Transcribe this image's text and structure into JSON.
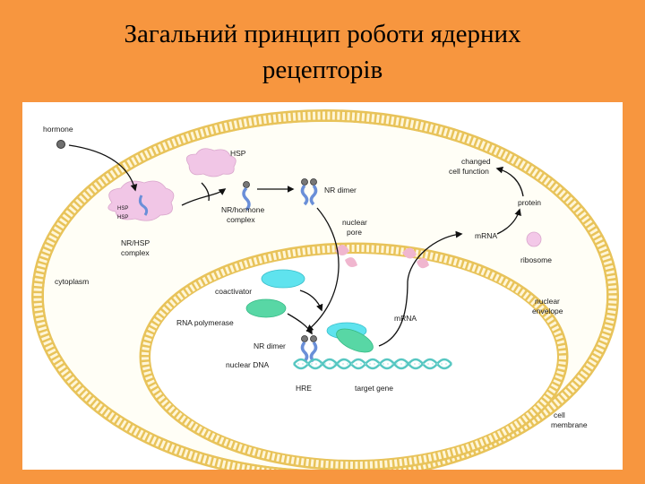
{
  "slide": {
    "title_line1": "Загальний принцип роботи ядерних",
    "title_line2": "рецепторів"
  },
  "labels": {
    "hormone": "hormone",
    "hsp": "HSP",
    "nr_hormone_complex_1": "NR/hormone",
    "nr_hormone_complex_2": "complex",
    "nr_dimer_top": "NR dimer",
    "nr_hsp_complex_1": "NR/HSP",
    "nr_hsp_complex_2": "complex",
    "hsp_tag_1": "HSP",
    "hsp_tag_2": "HSP",
    "nuclear_pore_1": "nuclear",
    "nuclear_pore_2": "pore",
    "changed_cell_function_1": "changed",
    "changed_cell_function_2": "cell function",
    "protein": "protein",
    "mrna_cytoplasm": "mRNA",
    "ribosome": "ribosome",
    "cytoplasm": "cytoplasm",
    "coactivator": "coactivator",
    "rna_polymerase": "RNA polymerase",
    "mrna_nucleus": "mRNA",
    "nuclear_envelope_1": "nuclear",
    "nuclear_envelope_2": "envelope",
    "nr_dimer_dna": "NR dimer",
    "nuclear_dna": "nuclear DNA",
    "hre": "HRE",
    "target_gene": "target gene",
    "cell_membrane_1": "cell",
    "cell_membrane_2": "membrane"
  },
  "colors": {
    "background": "#f7963f",
    "membrane": "#e8c35a",
    "membrane_fill": "#fff3c4",
    "hsp": "#f1c6e6",
    "pore": "#f0b6cf",
    "coactivator": "#5fe3ee",
    "rna_polymerase": "#58d7a5",
    "dna": "#57c7c2",
    "receptor": "#6a8fd8"
  }
}
